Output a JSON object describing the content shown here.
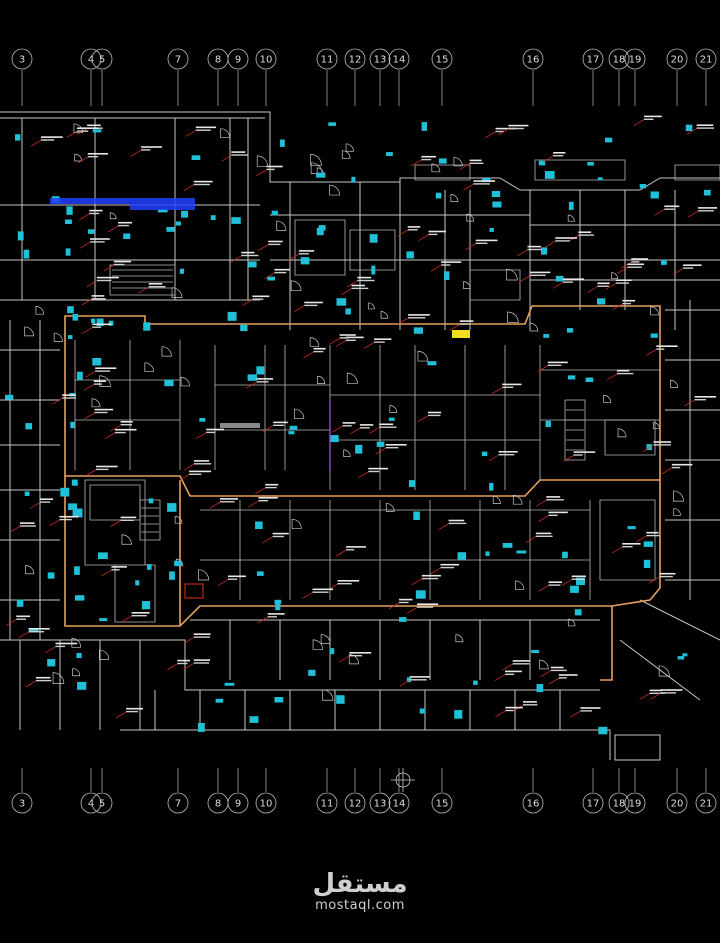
{
  "drawing": {
    "grid_labels": [
      "3",
      "4",
      "5",
      "7",
      "8",
      "9",
      "10",
      "11",
      "12",
      "13",
      "14",
      "15",
      "16",
      "17",
      "18",
      "19",
      "20",
      "21"
    ],
    "colors": {
      "background": "#000000",
      "walls": "#c8c8c8",
      "corridor": "#e6a060",
      "fixtures": "#20c0d8",
      "tags": "#e03020",
      "highlight": "#f0e020",
      "duct": "#2040ff"
    }
  },
  "watermark": {
    "arabic": "مستقل",
    "latin": "mostaql.com"
  }
}
